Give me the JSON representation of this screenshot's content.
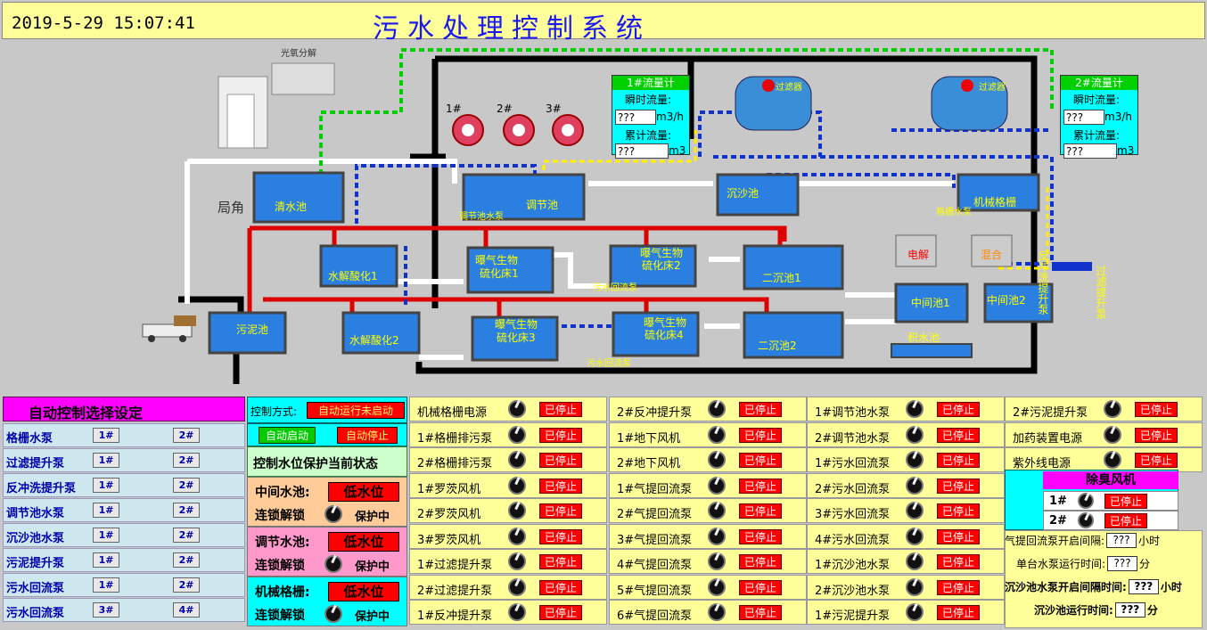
{
  "header": {
    "datetime": "2019-5-29  15:07:41",
    "title": "污水处理控制系统"
  },
  "diagram": {
    "ozone_label": "光氧分解",
    "unit_label": "局角",
    "tanks": {
      "clear": "清水池",
      "regulate": "调节池",
      "grit": "沉沙池",
      "grille": "机械格栅",
      "hydrolysis1": "水解酸化1",
      "bio1a": "曝气生物",
      "bio1b": "硫化床1",
      "bio2a": "曝气生物",
      "bio2b": "硫化床2",
      "sec1": "二沉池1",
      "sludge": "污泥池",
      "hydrolysis2": "水解酸化2",
      "bio3a": "曝气生物",
      "bio3b": "硫化床3",
      "bio4a": "曝气生物",
      "bio4b": "硫化床4",
      "sec2": "二沉池2",
      "mid1": "中间池1",
      "mid2": "中间池2",
      "water_store": "积水池"
    },
    "fans": [
      "1#",
      "2#",
      "3#"
    ],
    "pump_labels": {
      "regulate_pump": "调节池水泵",
      "grille_pump": "格栅水泵",
      "return1": "污水回流泵",
      "return2": "污水回流泵"
    },
    "filter1": "过滤器",
    "filter2": "过滤器",
    "electrolysis": "电解",
    "mix": "混合",
    "backwash_lift": "反冲洗提升泵",
    "filter_lift": "过滤提升泵",
    "flowmeter1": {
      "title": "1#流量计",
      "instant_label": "瞬时流量:",
      "instant_value": "???",
      "instant_unit": "m3/h",
      "total_label": "累计流量:",
      "total_value": "???",
      "total_unit": "m3"
    },
    "flowmeter2": {
      "title": "2#流量计",
      "instant_label": "瞬时流量:",
      "instant_value": "???",
      "instant_unit": "m3/h",
      "total_label": "累计流量:",
      "total_value": "???",
      "total_unit": "m3"
    }
  },
  "auto_panel": {
    "title": "自动控制选择设定",
    "rows": [
      {
        "label": "格栅水泵",
        "sw1": "1#",
        "sw2": "2#"
      },
      {
        "label": "过滤提升泵",
        "sw1": "1#",
        "sw2": "2#"
      },
      {
        "label": "反冲洗提升泵",
        "sw1": "1#",
        "sw2": "2#"
      },
      {
        "label": "调节池水泵",
        "sw1": "1#",
        "sw2": "2#"
      },
      {
        "label": "沉沙池水泵",
        "sw1": "1#",
        "sw2": "2#"
      },
      {
        "label": "污泥提升泵",
        "sw1": "1#",
        "sw2": "2#"
      },
      {
        "label": "污水回流泵",
        "sw1": "1#",
        "sw2": "2#"
      },
      {
        "label": "污水回流泵",
        "sw1": "3#",
        "sw2": "4#"
      }
    ]
  },
  "control_panel": {
    "mode_label": "控制方式:",
    "mode_value": "自动运行未启动",
    "auto_start": "自动启动",
    "auto_stop": "自动停止",
    "status_title": "控制水位保护当前状态",
    "groups": [
      {
        "name": "中间水池:",
        "level": "低水位",
        "lock": "连锁解锁",
        "state": "保护中"
      },
      {
        "name": "调节水池:",
        "level": "低水位",
        "lock": "连锁解锁",
        "state": "保护中"
      },
      {
        "name": "机械格栅:",
        "level": "低水位",
        "lock": "连锁解锁",
        "state": "保护中"
      }
    ]
  },
  "equipment": {
    "stop_text": "已停止",
    "col1": [
      "机械格栅电源",
      "1#格栅排污泵",
      "2#格栅排污泵",
      "1#罗茨风机",
      "2#罗茨风机",
      "3#罗茨风机",
      "1#过滤提升泵",
      "2#过滤提升泵",
      "1#反冲提升泵"
    ],
    "col2": [
      "2#反冲提升泵",
      "1#地下风机",
      "2#地下风机",
      "1#气提回流泵",
      "2#气提回流泵",
      "3#气提回流泵",
      "4#气提回流泵",
      "5#气提回流泵",
      "6#气提回流泵"
    ],
    "col3": [
      "1#调节池水泵",
      "2#调节池水泵",
      "1#污水回流泵",
      "2#污水回流泵",
      "3#污水回流泵",
      "4#污水回流泵",
      "1#沉沙池水泵",
      "2#沉沙池水泵",
      "1#污泥提升泵"
    ],
    "col4": [
      "2#污泥提升泵",
      "加药装置电源",
      "紫外线电源"
    ]
  },
  "deodor": {
    "title": "除臭风机",
    "fans": [
      "1#",
      "2#"
    ]
  },
  "timers": [
    {
      "label": "气提回流泵开启间隔:",
      "value": "???",
      "unit": "小时"
    },
    {
      "label": "单台水泵运行时间:",
      "value": "???",
      "unit": "分"
    },
    {
      "label": "沉沙池水泵开启间隔时间:",
      "value": "???",
      "unit": "小时"
    },
    {
      "label": "沉沙池运行时间:",
      "value": "???",
      "unit": "分"
    }
  ],
  "colors": {
    "pipe_black": "#000000",
    "pipe_red": "#dd0000",
    "pipe_blue": "#1133cc",
    "pipe_green": "#00cc00",
    "tank_blue": "#2a7fe0",
    "stop_red": "#ff0000"
  }
}
